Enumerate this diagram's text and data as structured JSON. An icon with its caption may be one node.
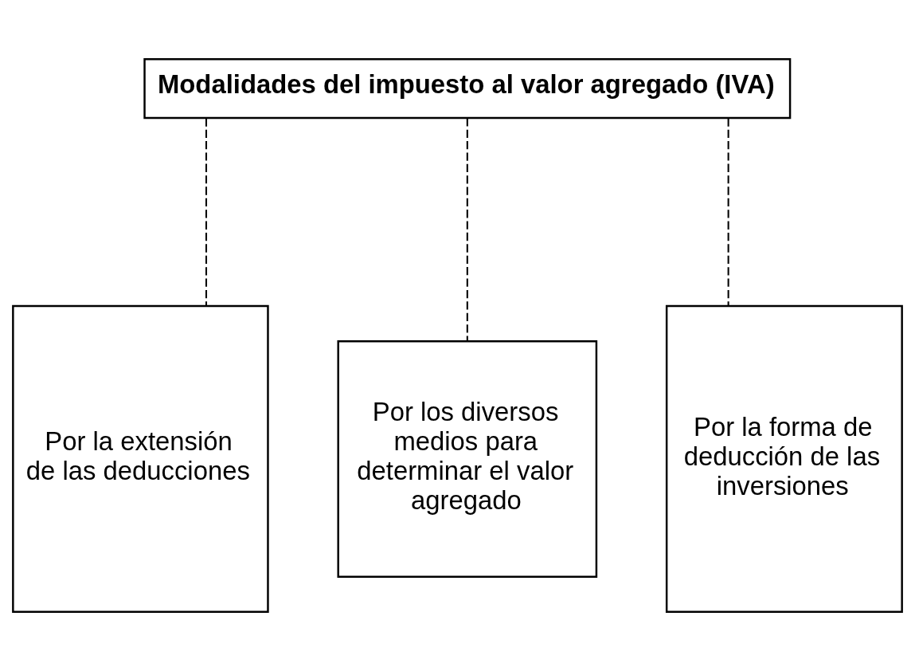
{
  "diagram": {
    "nodes": [
      {
        "text": [
          "Modalidades del impuesto al valor agregado (IVA)"
        ]
      },
      {
        "text": [
          "Por la extensión de las deducciones"
        ]
      },
      {
        "text": [
          "Por los diversos medios para determinar el valor agregado"
        ]
      },
      {
        "text": [
          "Por la forma de deducción de las inversiones"
        ]
      }
    ],
    "edges": [
      {
        "from": 0,
        "to": 1,
        "arrow": "none",
        "style": "dashed"
      },
      {
        "from": 0,
        "to": 2,
        "arrow": "none",
        "style": "dashed"
      },
      {
        "from": 0,
        "to": 3,
        "arrow": "none",
        "style": "dashed"
      }
    ]
  }
}
